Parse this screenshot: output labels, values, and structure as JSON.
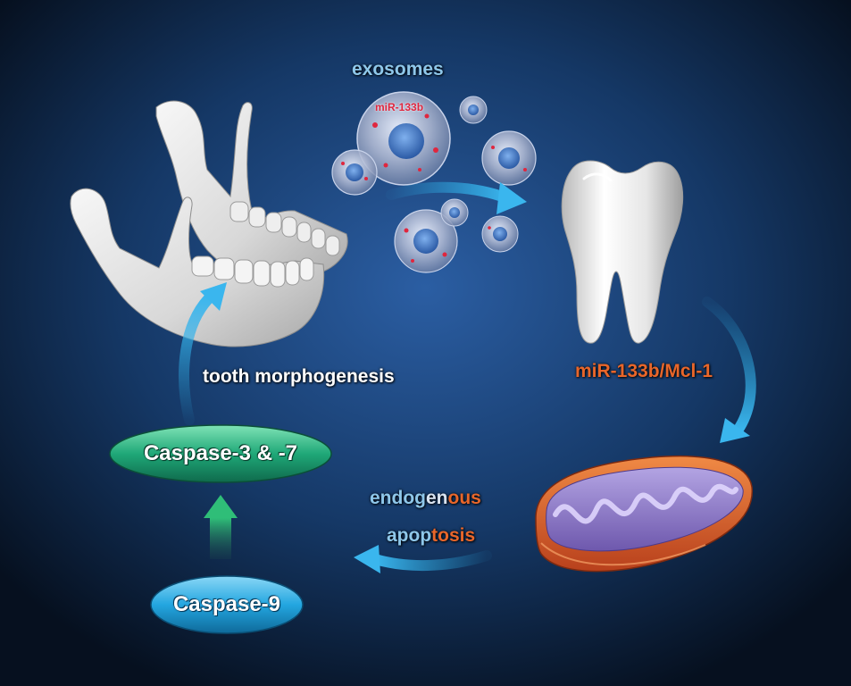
{
  "labels": {
    "exosomes": "exosomes",
    "mir_inside": "miR-133b",
    "mir_mcl": "miR-133b/Mcl-1",
    "tooth_morph": "tooth morphogenesis",
    "endogenous_a": "endog",
    "endogenous_b": "en",
    "endogenous_c": "ous",
    "apoptosis_a": "apop",
    "apoptosis_b": "tosis",
    "caspase37": "Caspase-3 & -7",
    "caspase9": "Caspase-9"
  },
  "colors": {
    "background_center": "#2b5ea3",
    "background_edge": "#06101f",
    "arrow_cyan": "#28a8e0",
    "label_white": "#ffffff",
    "label_orange": "#e8662a",
    "label_lightblue": "#8ec7ea",
    "label_red": "#e0263e",
    "pill_green": "#1fa878",
    "pill_blue": "#23a6e0",
    "arrow_green": "#2aa86e",
    "mito_outer": "#d9562a",
    "mito_inner": "#8f79c6"
  },
  "icons": [
    "mandible-icon",
    "exosome-icon",
    "tooth-icon",
    "mitochondrion-icon"
  ]
}
